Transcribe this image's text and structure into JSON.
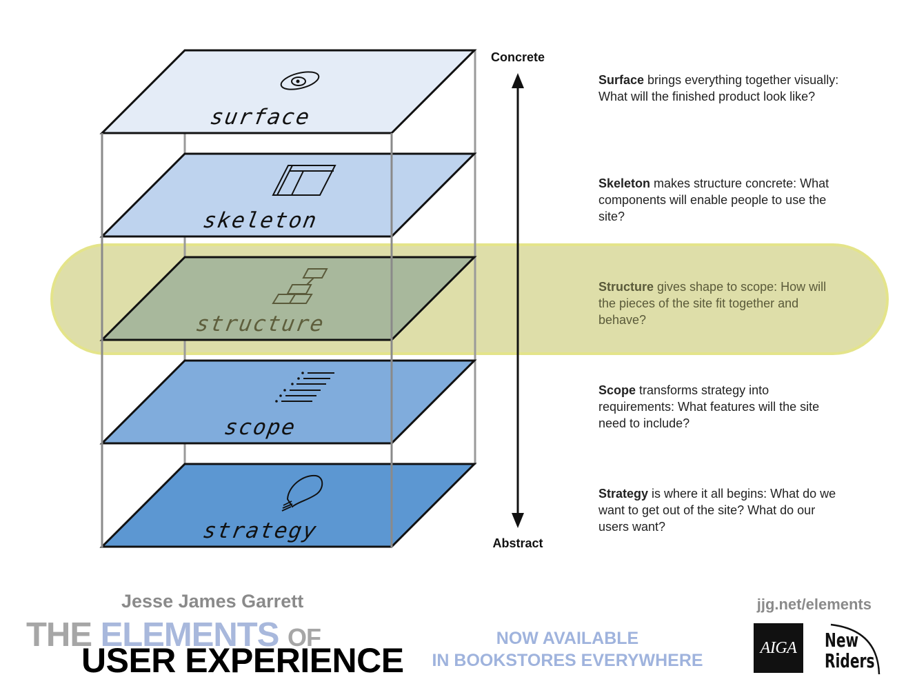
{
  "axis": {
    "top_label": "Concrete",
    "bottom_label": "Abstract"
  },
  "layers": [
    {
      "label": "surface",
      "fill": "#e4ecf7",
      "text_color": "#111111",
      "icon": "eye-icon",
      "heading": "Surface",
      "text": "brings everything together visually: What will the finished product look like?"
    },
    {
      "label": "skeleton",
      "fill": "#bed3ee",
      "text_color": "#111111",
      "icon": "wireframe-icon",
      "heading": "Skeleton",
      "text": "makes structure concrete: What components will enable people to use the site?"
    },
    {
      "label": "structure",
      "fill": "#a8b89c",
      "text_color": "#5e5e3c",
      "icon": "flowchart-icon",
      "heading": "Structure",
      "text": "gives shape to scope: How will the pieces of the site fit together and behave?"
    },
    {
      "label": "scope",
      "fill": "#80acdc",
      "text_color": "#111111",
      "icon": "list-icon",
      "heading": "Scope",
      "text": "transforms strategy into requirements: What features will the site need to include?"
    },
    {
      "label": "strategy",
      "fill": "#5c97d2",
      "text_color": "#111111",
      "icon": "lightbulb-icon",
      "heading": "Strategy",
      "text": "is where it all begins: What do we want to get out of the site? What do our users want?"
    }
  ],
  "highlight": {
    "layer": "structure",
    "color": "#d8d89a"
  },
  "footer": {
    "author": "Jesse James Garrett",
    "title_the": "THE",
    "title_elements": "ELEMENTS",
    "title_of": "OF",
    "title_line2": "USER EXPERIENCE",
    "available_line1": "NOW AVAILABLE",
    "available_line2": "IN BOOKSTORES EVERYWHERE",
    "url": "jjg.net/elements",
    "aiga_logo": "AIGA",
    "publisher_line1": "New",
    "publisher_line2": "Riders"
  }
}
